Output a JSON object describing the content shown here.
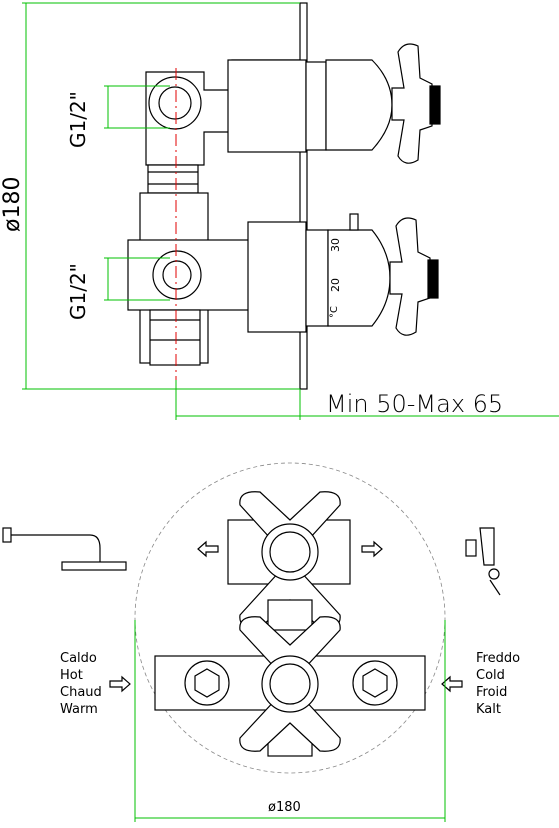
{
  "side_view": {
    "diameter_label": "ø180",
    "inlet_top_label": "G1/2\"",
    "inlet_bottom_label": "G1/2\"",
    "depth_label": "Min 50-Max 65",
    "thermostat_scale": {
      "unit": "°C",
      "marks": [
        "20",
        "30"
      ]
    }
  },
  "front_view": {
    "diameter_label": "ø180",
    "left_inlet_labels": [
      "Caldo",
      "Hot",
      "Chaud",
      "Warm"
    ],
    "right_inlet_labels": [
      "Freddo",
      "Cold",
      "Froid",
      "Kalt"
    ]
  },
  "colors": {
    "dimension": "#00c000",
    "centerline": "#e00000",
    "outline": "#000000"
  }
}
